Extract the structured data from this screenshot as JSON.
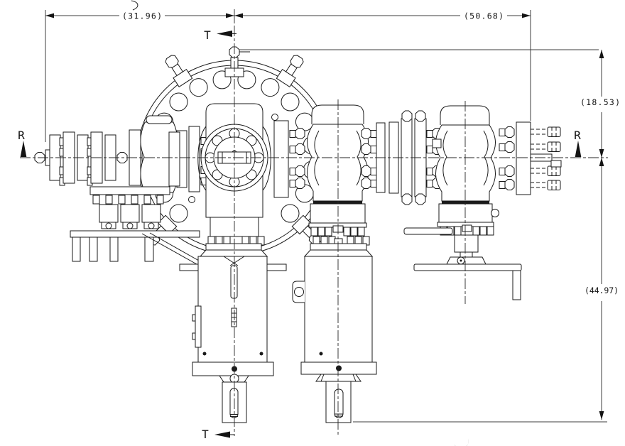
{
  "page": {
    "background": "#ffffff"
  },
  "drawing": {
    "type": "engineering-elevation-valve-assembly",
    "dimensions": {
      "top_left": "(31.96)",
      "top_right": "(50.68)",
      "right_upper": "(18.53)",
      "right_lower": "(44.97)"
    },
    "section_markers": {
      "top": "T",
      "bottom": "T",
      "left": "R",
      "right": "R"
    },
    "colors": {
      "line": "#1a1a1a",
      "dimension": "#3c3c3c",
      "background": "#ffffff"
    }
  }
}
